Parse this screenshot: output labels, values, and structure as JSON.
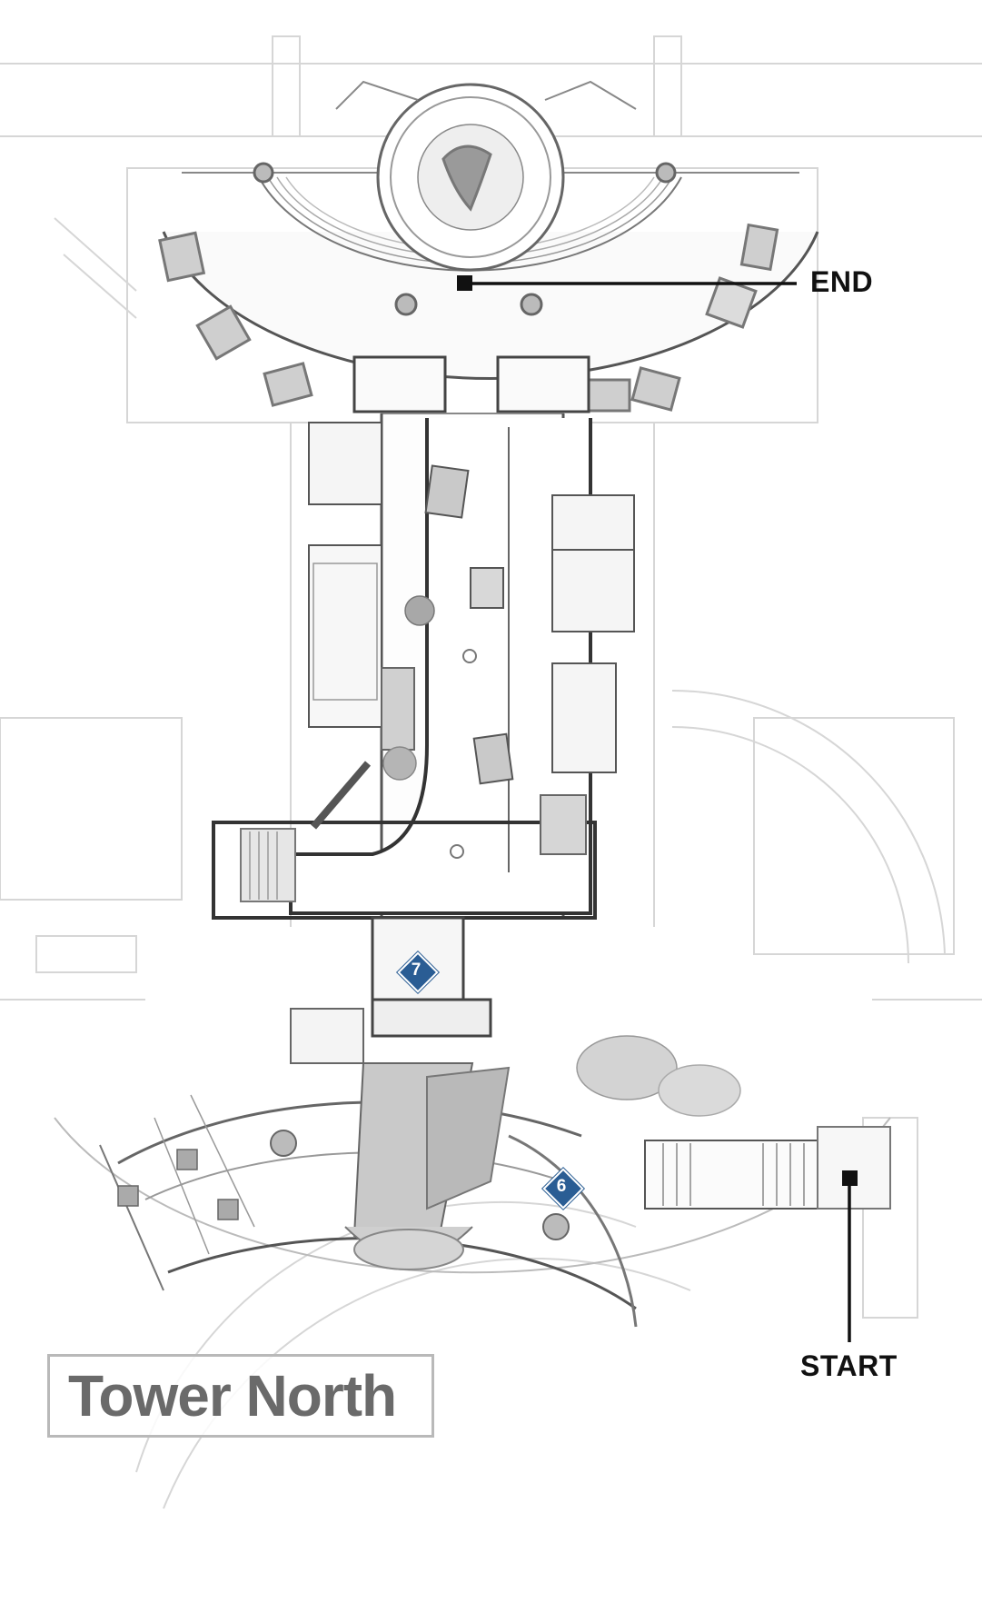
{
  "map": {
    "title": "Tower North",
    "end_label": "END",
    "start_label": "START",
    "markers": [
      {
        "id": "7",
        "label": "7"
      },
      {
        "id": "6",
        "label": "6"
      }
    ],
    "colors": {
      "marker_fill": "#2a5d94",
      "plan_line": "#555555",
      "faint_line": "#cfcfcf",
      "title_text": "#6a6a6a",
      "title_border": "#b9b9b9"
    }
  }
}
